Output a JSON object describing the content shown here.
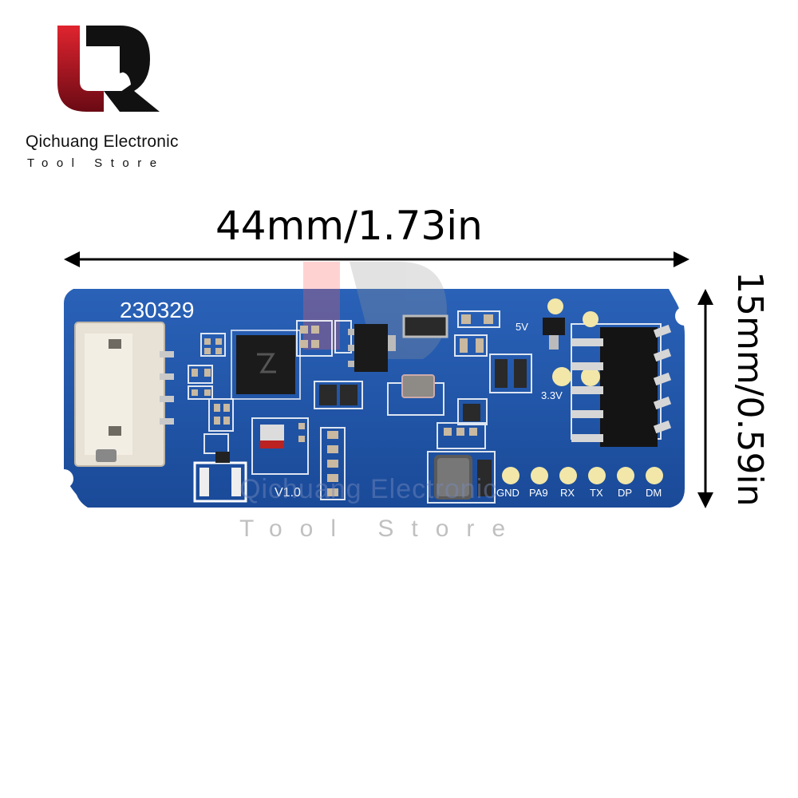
{
  "brand": {
    "name": "Qichuang Electronic",
    "subtitle": "Tool Store",
    "logo_icon": "lq-logo-icon",
    "colors": {
      "red": "#c8102e",
      "dark": "#111111"
    }
  },
  "dimensions": {
    "width_label": "44mm/1.73in",
    "height_label": "15mm/0.59in"
  },
  "board": {
    "date_code": "230329",
    "version": "V1.0",
    "voltage_5v": "5V",
    "voltage_33v": "3.3V",
    "pins": [
      "GND",
      "PA9",
      "RX",
      "TX",
      "DP",
      "DM"
    ],
    "color": "#1a4fa3"
  },
  "watermark": {
    "line1": "Qichuang Electronic",
    "line2": "Tool Store"
  }
}
